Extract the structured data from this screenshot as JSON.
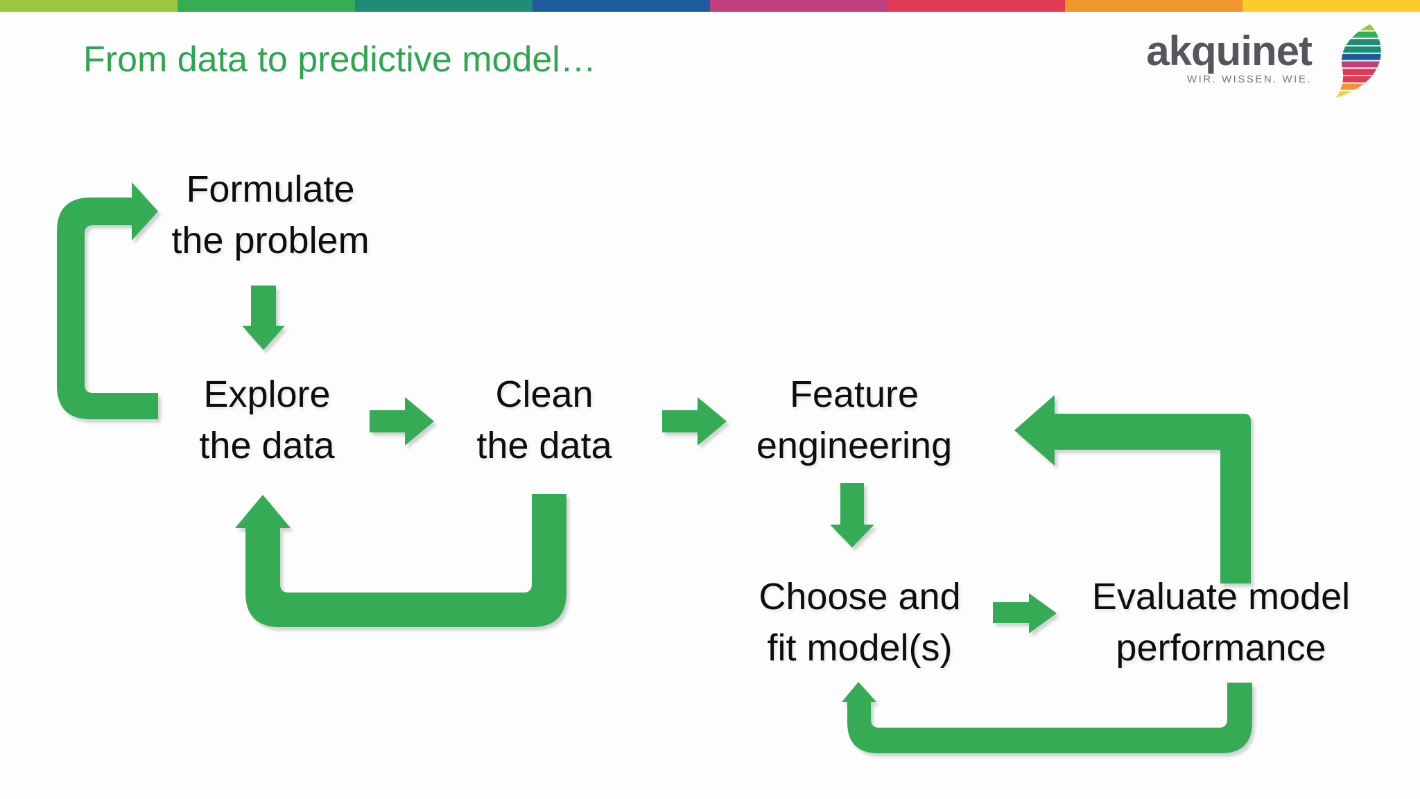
{
  "slide": {
    "title": "From data to predictive model…"
  },
  "colors": {
    "title_green": "#2FA551",
    "arrow_green": "#35AB55",
    "text_black": "#0D0D0D",
    "logo_text": "#55565B",
    "logo_tagline": "#77787A"
  },
  "top_bar": {
    "colors": [
      "#9DC63E",
      "#35AD52",
      "#1E8C74",
      "#1E5B9D",
      "#C13F7D",
      "#E23A55",
      "#F0962E",
      "#FBCC2C"
    ]
  },
  "logo": {
    "wordmark": "akquinet",
    "tagline": "WIR. WISSEN. WIE.",
    "sail_colors": [
      "#9DC63E",
      "#35AD52",
      "#1E8C74",
      "#1E8C74",
      "#1E5B9D",
      "#C13F7D",
      "#E23A55",
      "#E23A55",
      "#F0962E",
      "#FBCC2C"
    ]
  },
  "diagram": {
    "nodes": [
      {
        "id": "formulate",
        "line1": "Formulate",
        "line2": "the problem"
      },
      {
        "id": "explore",
        "line1": "Explore",
        "line2": "the data"
      },
      {
        "id": "clean",
        "line1": "Clean",
        "line2": "the data"
      },
      {
        "id": "feature",
        "line1": "Feature",
        "line2": "engineering"
      },
      {
        "id": "choose",
        "line1": "Choose and",
        "line2": "fit model(s)"
      },
      {
        "id": "evaluate",
        "line1": "Evaluate model",
        "line2": "performance"
      }
    ],
    "edges": [
      {
        "from": "formulate",
        "to": "explore",
        "kind": "down-arrow"
      },
      {
        "from": "explore",
        "to": "clean",
        "kind": "right-arrow"
      },
      {
        "from": "clean",
        "to": "feature",
        "kind": "right-arrow"
      },
      {
        "from": "feature",
        "to": "choose",
        "kind": "down-arrow"
      },
      {
        "from": "choose",
        "to": "evaluate",
        "kind": "right-arrow"
      },
      {
        "from": "explore",
        "to": "formulate",
        "kind": "loop-left"
      },
      {
        "from": "clean",
        "to": "explore",
        "kind": "loop-bottom"
      },
      {
        "from": "evaluate",
        "to": "feature",
        "kind": "loop-right"
      },
      {
        "from": "evaluate",
        "to": "choose",
        "kind": "loop-bottom"
      }
    ]
  }
}
